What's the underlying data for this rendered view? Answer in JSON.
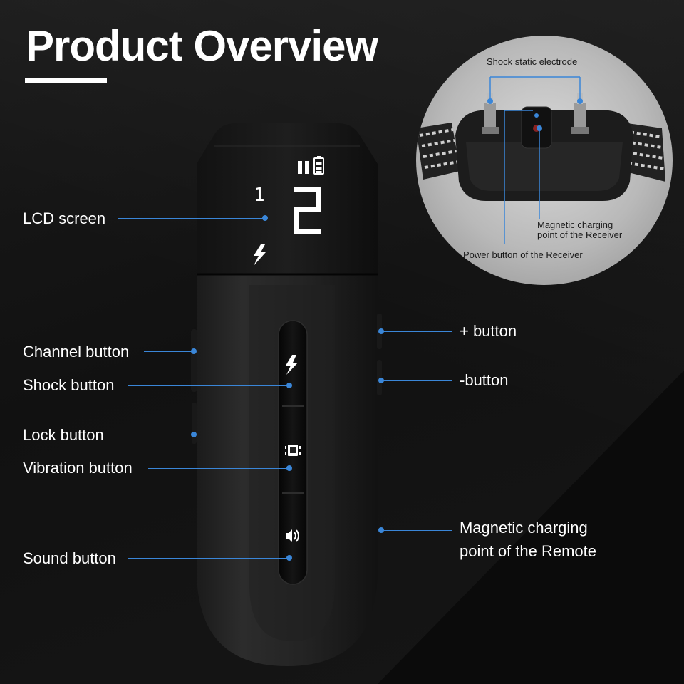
{
  "title": "Product Overview",
  "remote": {
    "lcd": {
      "channel": "1",
      "level": "2"
    }
  },
  "labels": {
    "lcd_screen": "LCD screen",
    "channel_button": "Channel button",
    "shock_button": "Shock button",
    "lock_button": "Lock button",
    "vibration_button": "Vibration button",
    "sound_button": "Sound button",
    "plus_button": "+ button",
    "minus_button": "-button",
    "remote_charging_line1": "Magnetic charging",
    "remote_charging_line2": "point of the Remote"
  },
  "receiver_labels": {
    "electrode": "Shock static electrode",
    "charging_line1": "Magnetic charging",
    "charging_line2": "point of the Receiver",
    "power": "Power button of the Receiver"
  },
  "colors": {
    "accent": "#3a86d8",
    "background": "#141414",
    "text": "#ffffff"
  },
  "icons": [
    "lightning-icon",
    "vibration-icon",
    "sound-icon",
    "battery-icon",
    "signal-icon"
  ]
}
